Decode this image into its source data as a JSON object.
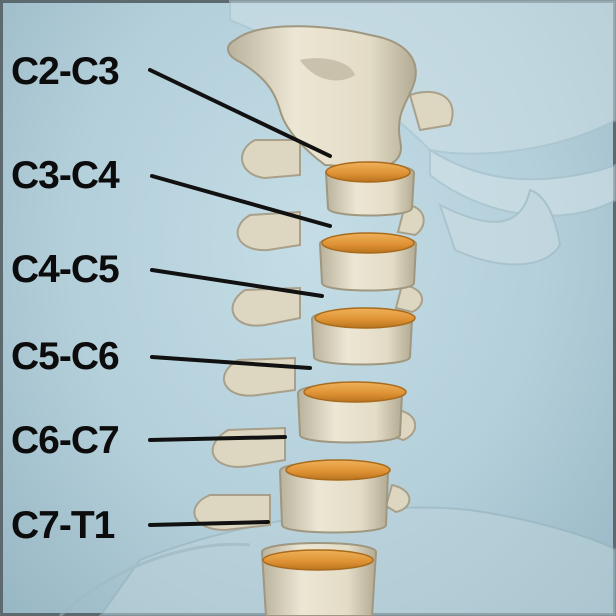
{
  "labels": [
    {
      "id": "c2-c3",
      "text": "C2-C3"
    },
    {
      "id": "c3-c4",
      "text": "C3-C4"
    },
    {
      "id": "c4-c5",
      "text": "C4-C5"
    },
    {
      "id": "c5-c6",
      "text": "C5-C6"
    },
    {
      "id": "c6-c7",
      "text": "C6-C7"
    },
    {
      "id": "c7-t1",
      "text": "C7-T1"
    }
  ],
  "colors": {
    "background": "#b8d3de",
    "bone": "#e8e2cf",
    "disc": "#e39a3a",
    "leader_line": "#111111",
    "label_text": "#0c0c0c"
  }
}
